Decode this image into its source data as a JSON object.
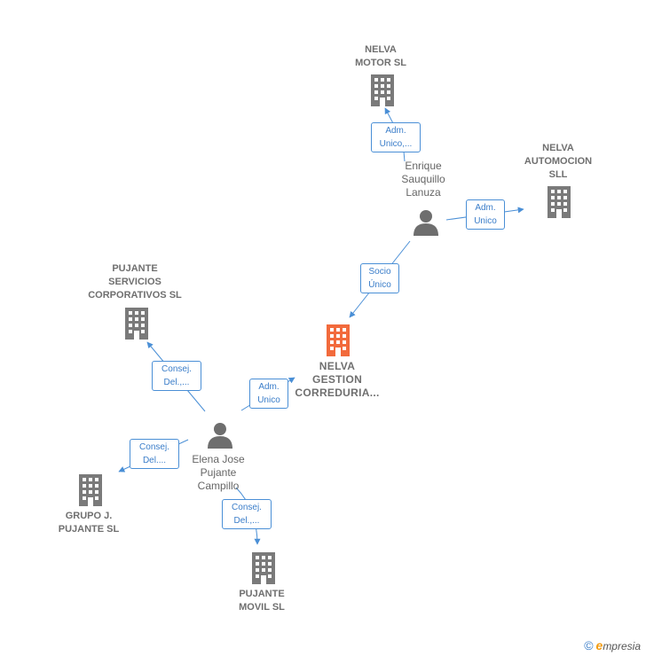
{
  "colors": {
    "company": "#7a7a7a",
    "focus": "#f26a3c",
    "person": "#6e6e6e",
    "edge": "#4a8fd6"
  },
  "nodes": {
    "nelva_motor": {
      "label": "NELVA\nMOTOR  SL",
      "icon": "building-icon"
    },
    "nelva_automocion": {
      "label": "NELVA\nAUTOMOCION\nSLL",
      "icon": "building-icon"
    },
    "enrique": {
      "label": "Enrique\nSauquillo\nLanuza",
      "icon": "person-icon"
    },
    "pujante_servicios": {
      "label": "PUJANTE\nSERVICIOS\nCORPORATIVOS SL",
      "icon": "building-icon"
    },
    "nelva_gestion": {
      "label": "NELVA\nGESTION\nCORREDURIA...",
      "icon": "building-icon"
    },
    "elena": {
      "label": "Elena Jose\nPujante\nCampillo",
      "icon": "person-icon"
    },
    "grupo_pujante": {
      "label": "GRUPO J.\nPUJANTE SL",
      "icon": "building-icon"
    },
    "pujante_movil": {
      "label": "PUJANTE\nMOVIL SL",
      "icon": "building-icon"
    }
  },
  "edges": {
    "enrique_motor": "Adm.\nUnico,...",
    "enrique_automocion": "Adm.\nUnico",
    "enrique_gestion": "Socio\nÚnico",
    "elena_gestion": "Adm.\nUnico",
    "elena_servicios": "Consej.\nDel.,...",
    "elena_grupo": "Consej.\nDel....",
    "elena_movil": "Consej.\nDel.,..."
  },
  "footer": {
    "copyright": "©",
    "brand_e": "e",
    "brand_rest": "mpresia"
  }
}
